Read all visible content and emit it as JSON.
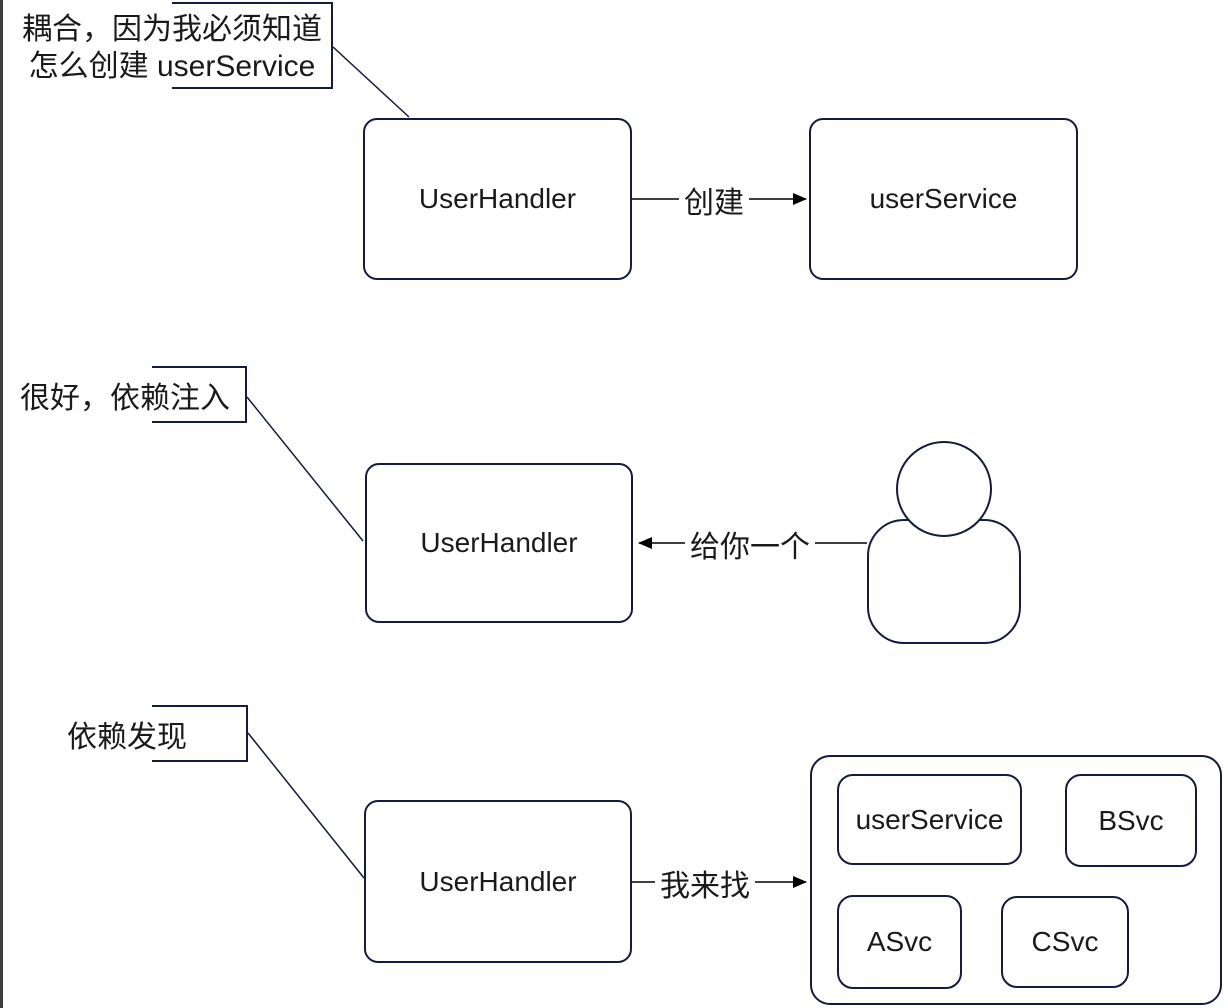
{
  "colors": {
    "shape_border": "#141c3c",
    "text": "#1a1a1a",
    "arrow": "#000000",
    "window_edge": "#3d3d3d",
    "background": "#ffffff"
  },
  "sections": {
    "coupling": {
      "note_line1": "耦合，因为我必须知道",
      "note_line2": "怎么创建 userService",
      "source_box": "UserHandler",
      "edge_label": "创建",
      "target_box": "userService"
    },
    "injection": {
      "note": "很好，依赖注入",
      "source_box": "UserHandler",
      "edge_label": "给你一个",
      "provider_icon": "person-icon"
    },
    "discovery": {
      "note": "依赖发现",
      "source_box": "UserHandler",
      "edge_label": "我来找",
      "registry_boxes": [
        "userService",
        "BSvc",
        "ASvc",
        "CSvc"
      ]
    }
  }
}
